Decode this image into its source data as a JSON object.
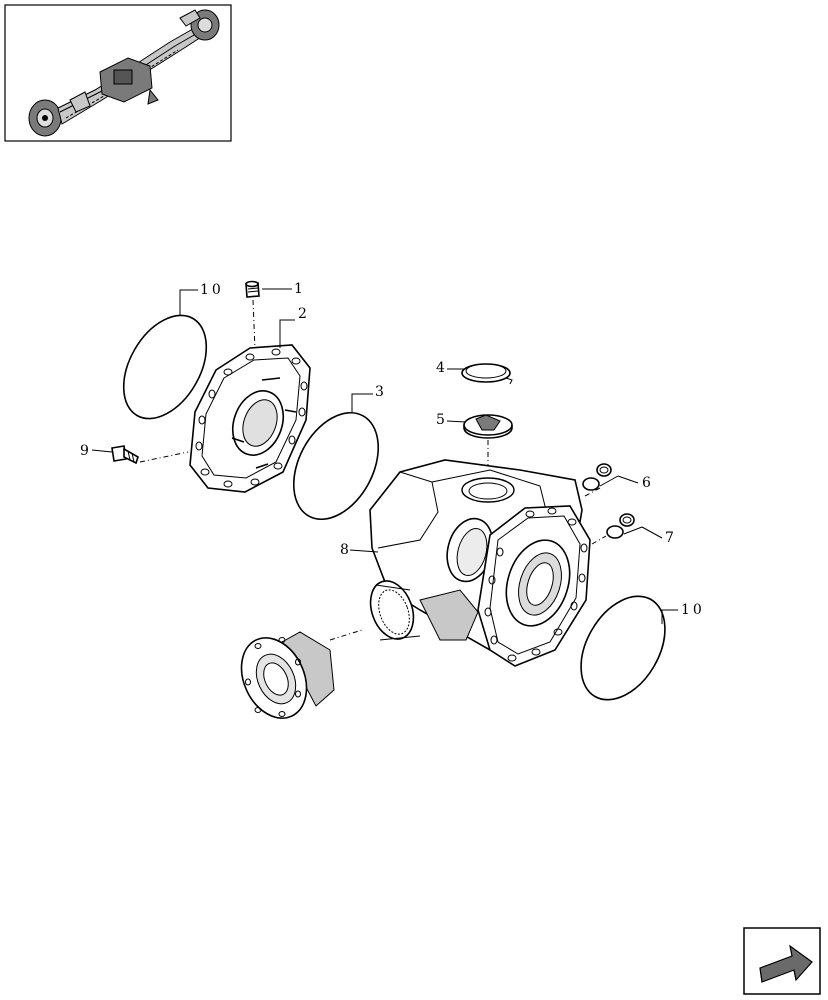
{
  "diagram": {
    "callouts": [
      {
        "id": "c1",
        "text": "1"
      },
      {
        "id": "c2",
        "text": "2"
      },
      {
        "id": "c3",
        "text": "3"
      },
      {
        "id": "c4",
        "text": "4"
      },
      {
        "id": "c5",
        "text": "5"
      },
      {
        "id": "c6",
        "text": "6"
      },
      {
        "id": "c7",
        "text": "7"
      },
      {
        "id": "c8",
        "text": "8"
      },
      {
        "id": "c9",
        "text": "9"
      },
      {
        "id": "c10a",
        "text": "10"
      },
      {
        "id": "c10b",
        "text": "10"
      }
    ]
  },
  "nav": {
    "icon": "exit-arrow-icon"
  }
}
